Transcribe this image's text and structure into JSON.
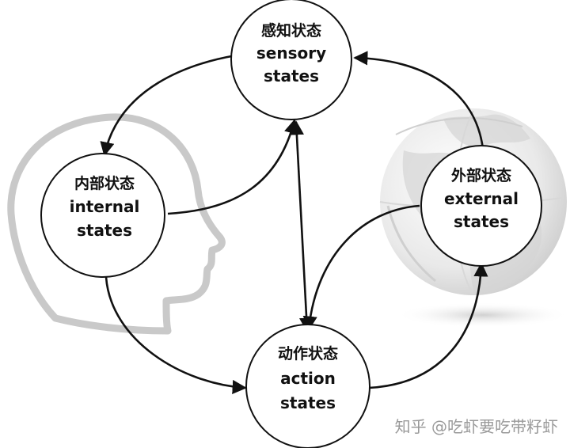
{
  "nodes": {
    "sensory": {
      "title": "感知状态",
      "line1": "sensory",
      "line2": "states"
    },
    "internal": {
      "title": "内部状态",
      "line1": "internal",
      "line2": "states"
    },
    "external": {
      "title": "外部状态",
      "line1": "external",
      "line2": "states"
    },
    "action": {
      "title": "动作状态",
      "line1": "action",
      "line2": "states"
    }
  },
  "watermark": "知乎 @吃虾要吃带籽虾",
  "colors": {
    "head_outline": "#c9c9c9",
    "globe": "#bdbdbd",
    "stroke": "#111111"
  }
}
